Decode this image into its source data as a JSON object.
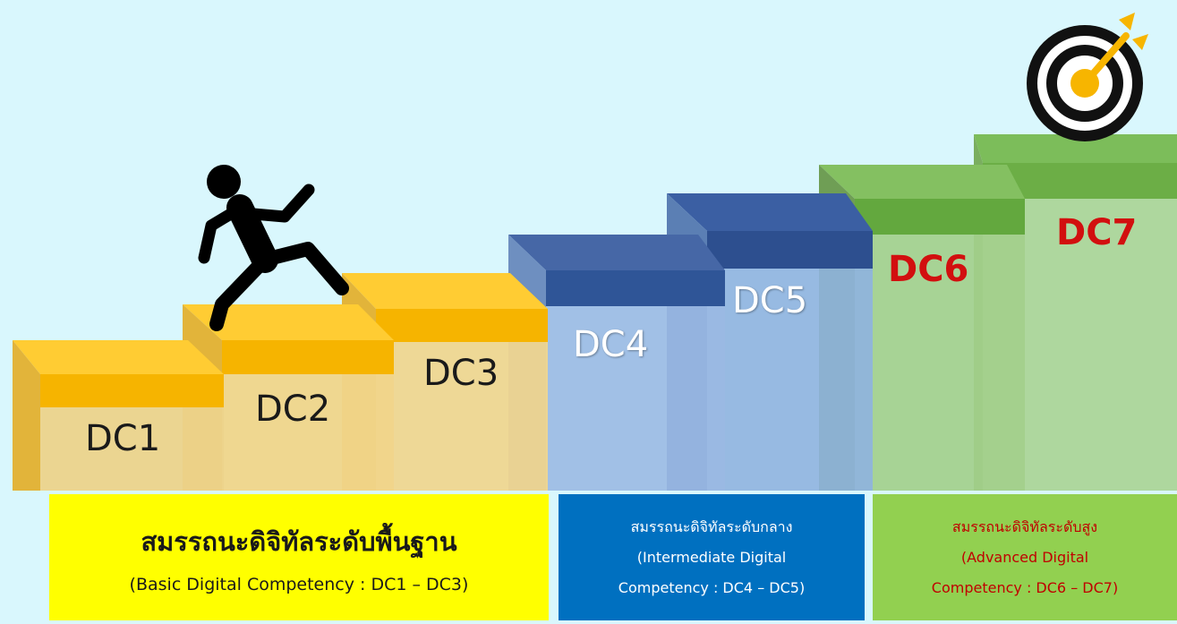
{
  "steps": [
    {
      "label": "DC1",
      "level": 1,
      "color": "#ffc000"
    },
    {
      "label": "DC2",
      "level": 2,
      "color": "#ffc000"
    },
    {
      "label": "DC3",
      "level": 3,
      "color": "#ffc000"
    },
    {
      "label": "DC4",
      "level": 4,
      "color": "#2f5597"
    },
    {
      "label": "DC5",
      "level": 5,
      "color": "#2f5597"
    },
    {
      "label": "DC6",
      "level": 6,
      "color": "#70ad47"
    },
    {
      "label": "DC7",
      "level": 7,
      "color": "#70ad47"
    }
  ],
  "boxes": {
    "basic": {
      "title": "สมรรถนะดิจิทัลระดับพื้นฐาน",
      "subtitle": "(Basic Digital Competency : DC1 – DC3)",
      "color": "#ffff00"
    },
    "intermediate": {
      "line1": "สมรรถนะดิจิทัลระดับกลาง",
      "line2": "(Intermediate Digital",
      "line3": "Competency : DC4 – DC5)",
      "color": "#0070c0"
    },
    "advanced": {
      "line1": "สมรรถนะดิจิทัลระดับสูง",
      "line2": "(Advanced Digital",
      "line3": "Competency : DC6 – DC7)",
      "color": "#92d050"
    }
  },
  "icons": {
    "runner": "running-person-icon",
    "target": "target-with-arrow-icon"
  }
}
